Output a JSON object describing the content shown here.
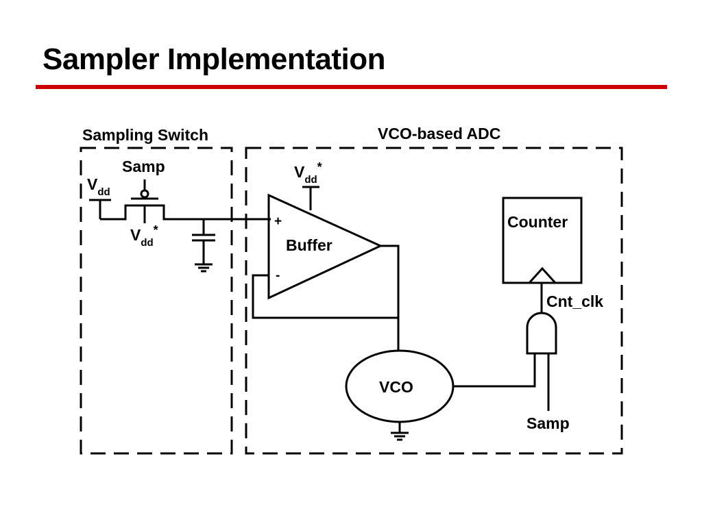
{
  "title": "Sampler Implementation",
  "colors": {
    "accent": "#cc0000"
  },
  "diagram": {
    "sampling_switch_label": "Sampling Switch",
    "vco_adc_label": "VCO-based ADC",
    "samp_top_label": "Samp",
    "v_main": "V",
    "dd_sub": "dd",
    "star": "*",
    "plus_sign": "+",
    "minus_sign": "-",
    "buffer_label": "Buffer",
    "counter_label": "Counter",
    "cnt_clk_label": "Cnt_clk",
    "vco_label": "VCO",
    "samp_bottom_label": "Samp"
  }
}
